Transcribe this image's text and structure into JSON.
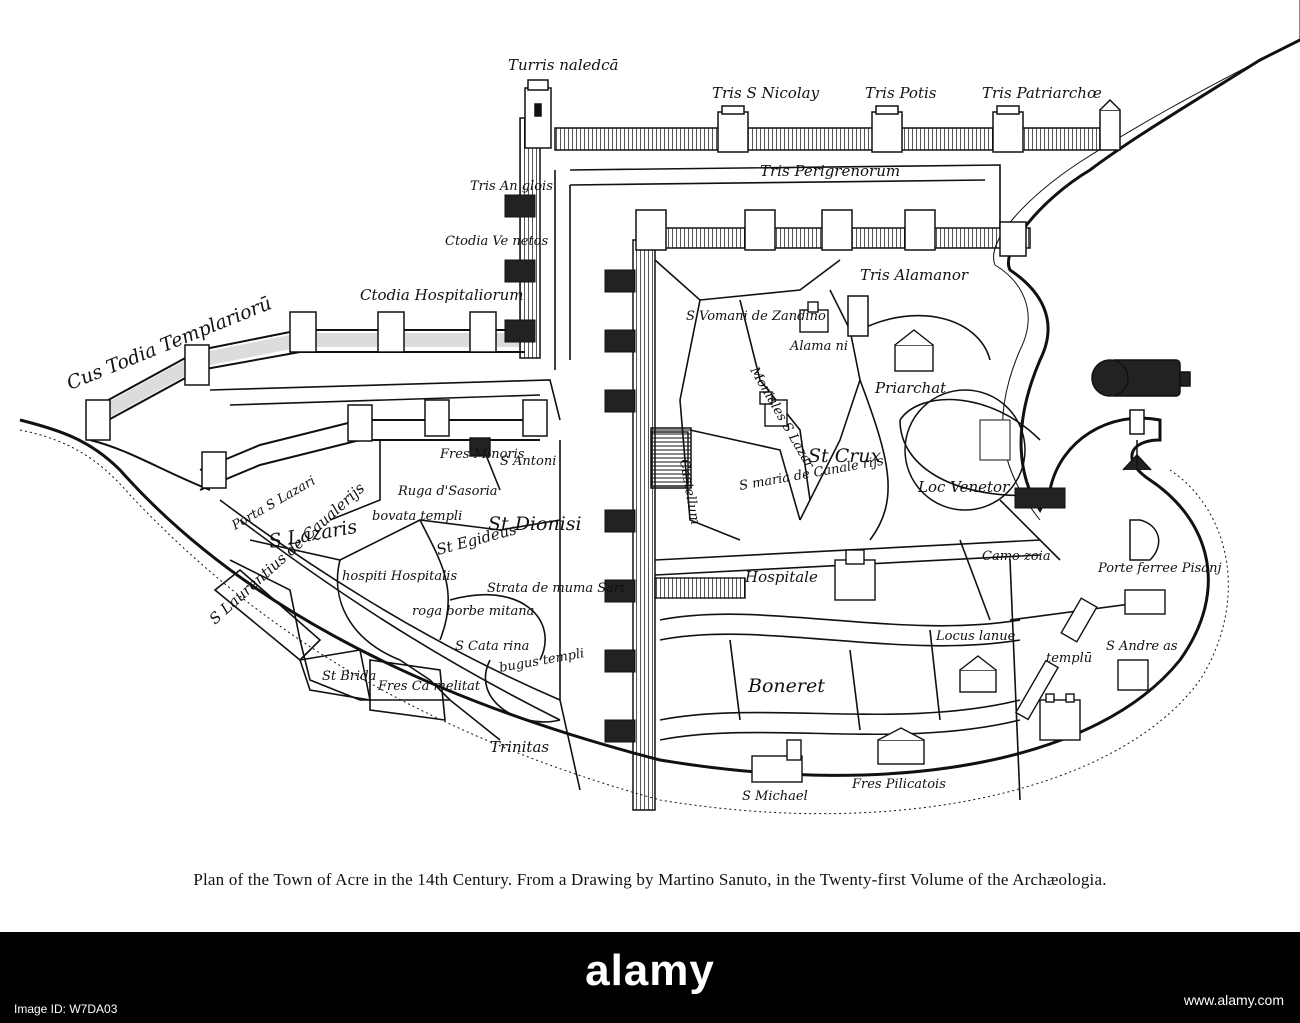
{
  "map": {
    "labels": {
      "turris_maledicta": "Turris naledcā",
      "tris_s_nicolay": "Tris S Nicolay",
      "tris_potis": "Tris Potis",
      "tris_patriarchae": "Tris Patriarchœ",
      "tris_anglois": "Tris An glois",
      "tris_perigrenorum": "Tris Perigrenorum",
      "ctodia_venetor": "Ctodia Ve netos",
      "ctodia_hospitaliorum": "Ctodia Hospitaliorum",
      "custodia_templariorum": "Cus Todia Templariorū",
      "tris_alamanor": "Tris Alamanor",
      "s_vomani": "S Vomani de Zandino",
      "alamani": "Alama ni",
      "moniales_s_lazar": "Moniales S Lazar",
      "priarchat": "Priarchat",
      "castellum": "Castellum",
      "s_maria_de_canale": "S maria de Canale rijs",
      "st_crux": "St Crux",
      "loc_venetor": "Loc Venetor",
      "fres_minoris": "Fres Minoris",
      "s_antoni": "S Antoni",
      "ruga_sasoria": "Ruga d'Sasoria",
      "porta_s_lazari": "Porta S Lazari",
      "s_lazaris": "S Lazaris",
      "bovata_templi": "bovata templi",
      "st_dionisi": "St Dionisi",
      "st_egideus": "St Egideus",
      "hospitalis": "hospiti Hospitalis",
      "s_laurentius": "S Laurentius de Caualerijs",
      "roga_borbe": "roga borbe mitana",
      "strata_de_muma": "Strata de muma Sart",
      "s_catarina": "S Cata rina",
      "bugus_templi": "bugus templi",
      "st_brida": "St Brida",
      "fres_carmelitat": "Fres Cā melitat",
      "trinitas": "Trinitas",
      "hospitale": "Hospitale",
      "camo_zoia": "Camo zoia",
      "porte_ferree": "Porte ferree Pisanj",
      "boneret": "Boneret",
      "locus_lanue": "Locus lanue",
      "templu": "templū",
      "s_andreas": "S Andre as",
      "s_michael": "S Michael",
      "fres_pilicatoris": "Fres Pilicatois"
    }
  },
  "caption": "Plan of the Town of Acre in the 14th Century.   From a Drawing by Martino Sanuto, in the Twenty-first Volume of the Archæologia.",
  "footer": {
    "watermark": "alamy",
    "left_text": "Image ID: W7DA03",
    "right_text_1": "",
    "right_text_2": "www.alamy.com"
  },
  "colors": {
    "ink": "#111111",
    "paper": "#ffffff",
    "footer_bg": "#000000"
  }
}
